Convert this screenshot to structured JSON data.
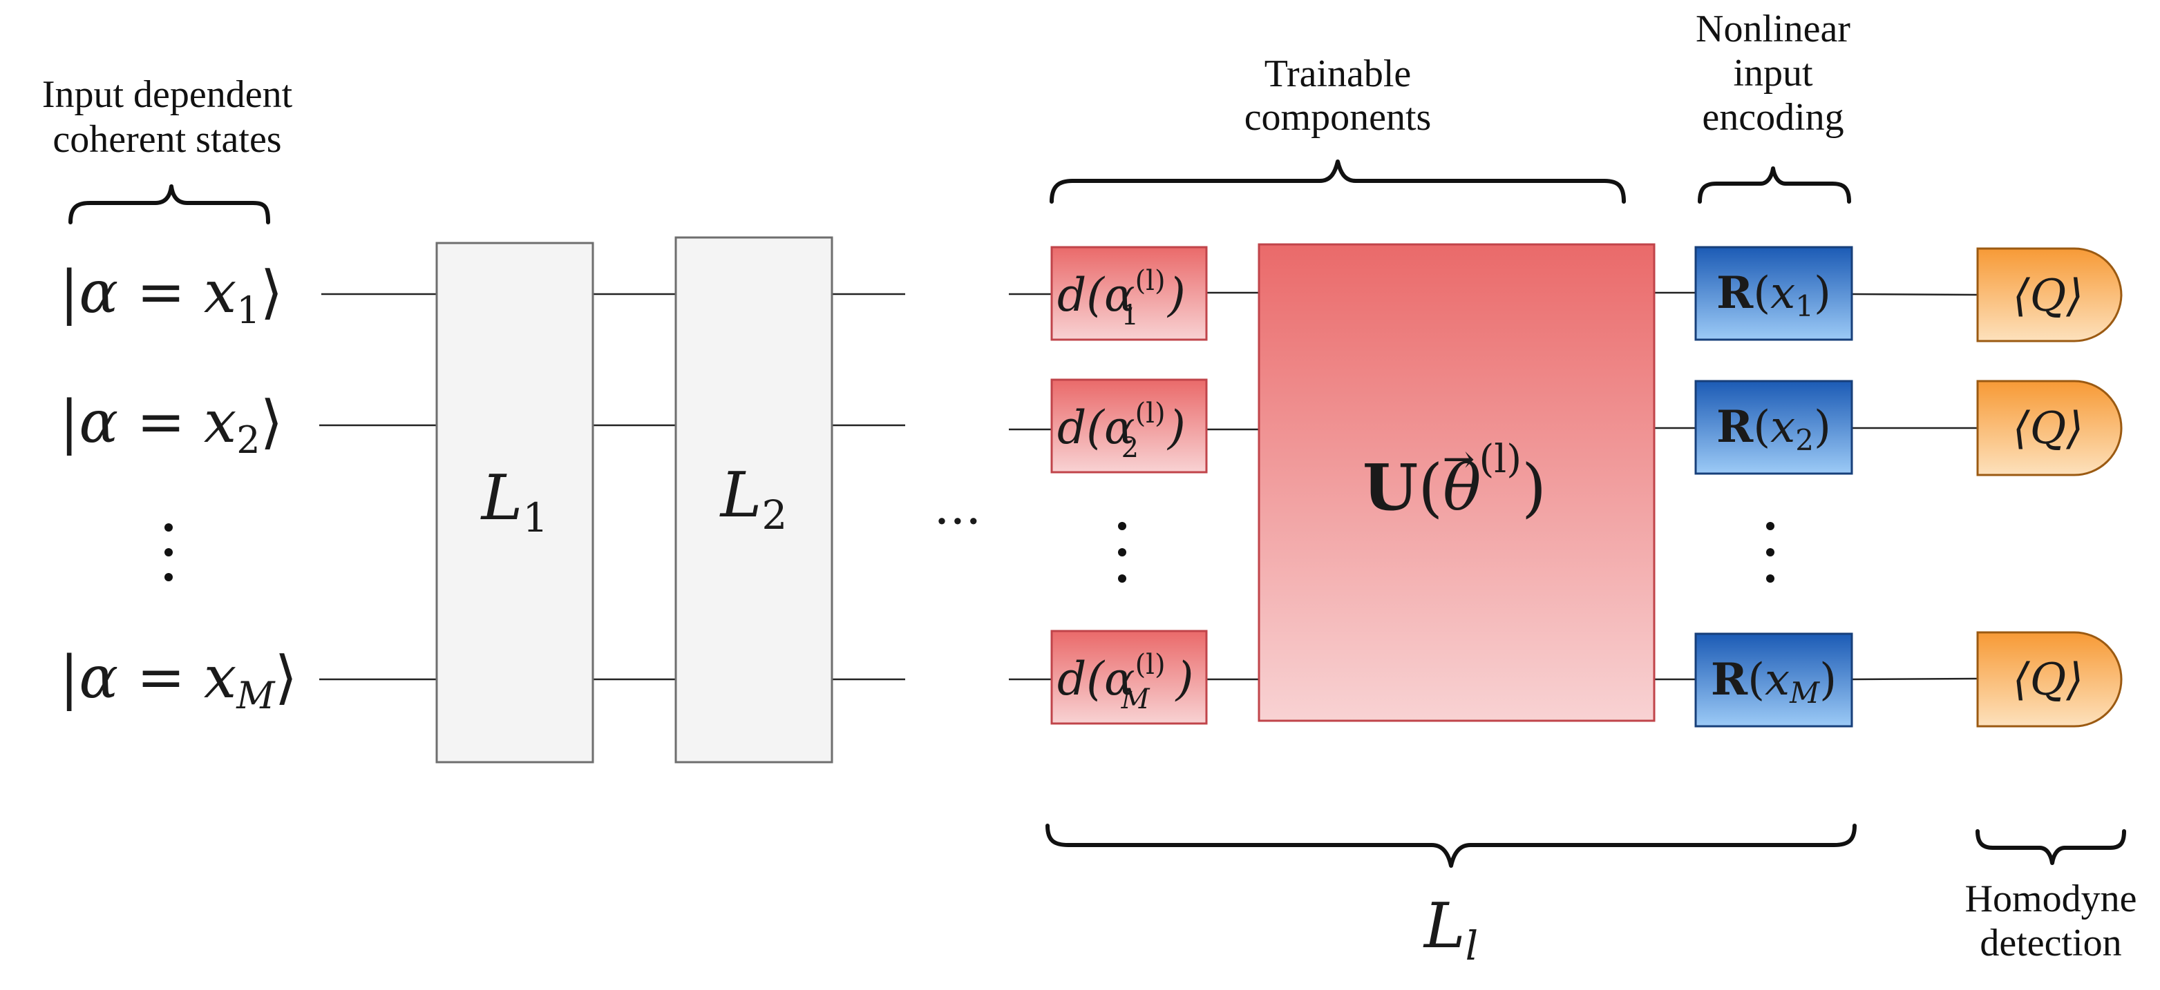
{
  "captions": {
    "inputs_line1": "Input dependent",
    "inputs_line2": "coherent states",
    "trainable_line1": "Trainable",
    "trainable_line2": "components",
    "nonlinear_line1": "Nonlinear",
    "nonlinear_line2": "input",
    "nonlinear_line3": "encoding",
    "homodyne_line1": "Homodyne",
    "homodyne_line2": "detection"
  },
  "inputs": {
    "ket_open": "|",
    "ket_close": "⟩",
    "alpha": "α",
    "equals": " = ",
    "var": "x",
    "subs": [
      "1",
      "2",
      "M"
    ]
  },
  "layers": {
    "layer1": {
      "symbol": "L",
      "sub": "1"
    },
    "layer2": {
      "symbol": "L",
      "sub": "2"
    },
    "ellipsis": "···",
    "layer_l": {
      "symbol": "L",
      "sub": "l"
    }
  },
  "displacement": {
    "fn": "d(",
    "alpha": "α",
    "sup": "(l)",
    "close": ")",
    "subs": [
      "1",
      "2",
      "M"
    ]
  },
  "unitary": {
    "bold_u": "U",
    "open": "(",
    "theta": "θ",
    "arrow": "→",
    "sup": "(l)",
    "close": ")"
  },
  "nonlinear": {
    "bold_r": "R",
    "open": "(",
    "var": "x",
    "close": ")",
    "subs": [
      "1",
      "2",
      "M"
    ]
  },
  "measure": {
    "label": "⟨Q⟩"
  },
  "colors": {
    "red_top": "#ea6a6a",
    "red_bottom": "#f8d2d3",
    "blue_top": "#1c5bb5",
    "blue_bottom": "#9ccaf6",
    "orange_top": "#f79a36",
    "orange_bottom": "#fde1bc",
    "layer_fill": "#f4f4f4"
  }
}
